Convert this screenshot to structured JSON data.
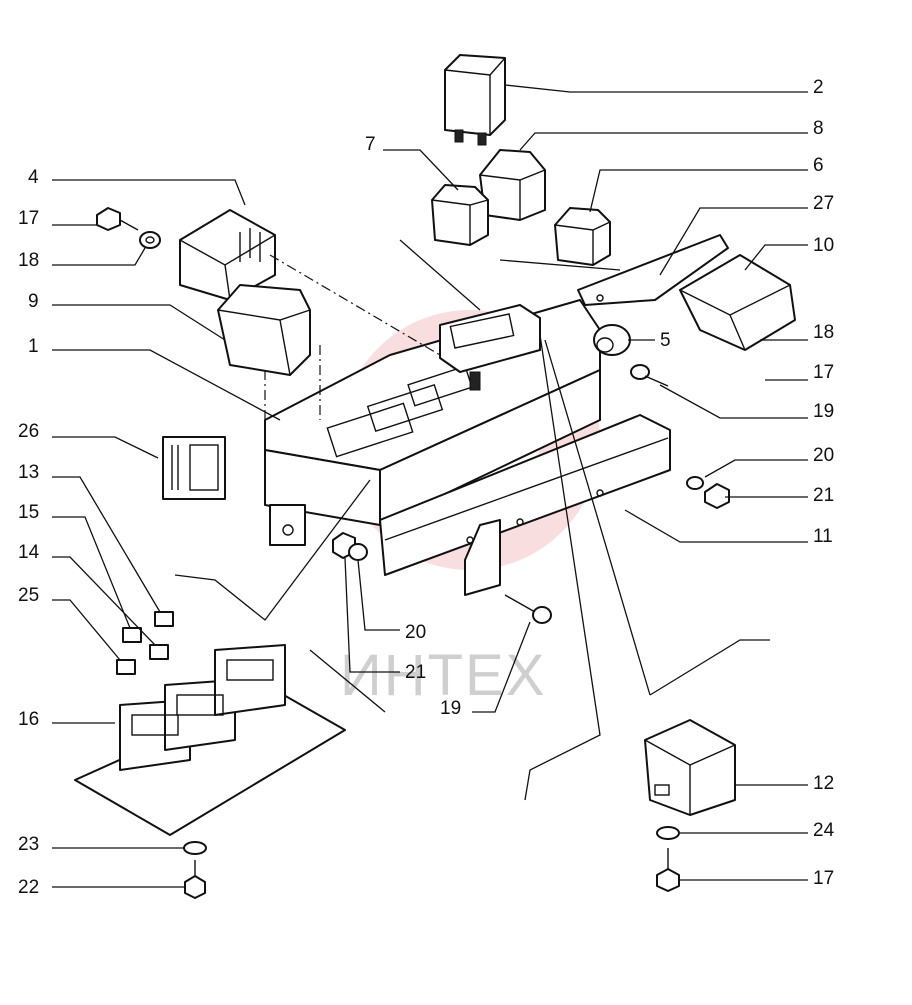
{
  "watermark": {
    "text": "ИНТЕХ",
    "color": "#f2b8b8"
  },
  "callouts": {
    "c2": "2",
    "c8": "8",
    "c7": "7",
    "c6": "6",
    "c27": "27",
    "c4": "4",
    "c17a": "17",
    "c18a": "18",
    "c9": "9",
    "c1": "1",
    "c10": "10",
    "c5": "5",
    "c18b": "18",
    "c17b": "17",
    "c19a": "19",
    "c20a": "20",
    "c21a": "21",
    "c11": "11",
    "c26": "26",
    "c13": "13",
    "c15": "15",
    "c14": "14",
    "c25": "25",
    "c20b": "20",
    "c21b": "21",
    "c19b": "19",
    "c16": "16",
    "c12": "12",
    "c23": "23",
    "c24": "24",
    "c22": "22",
    "c17c": "17"
  }
}
